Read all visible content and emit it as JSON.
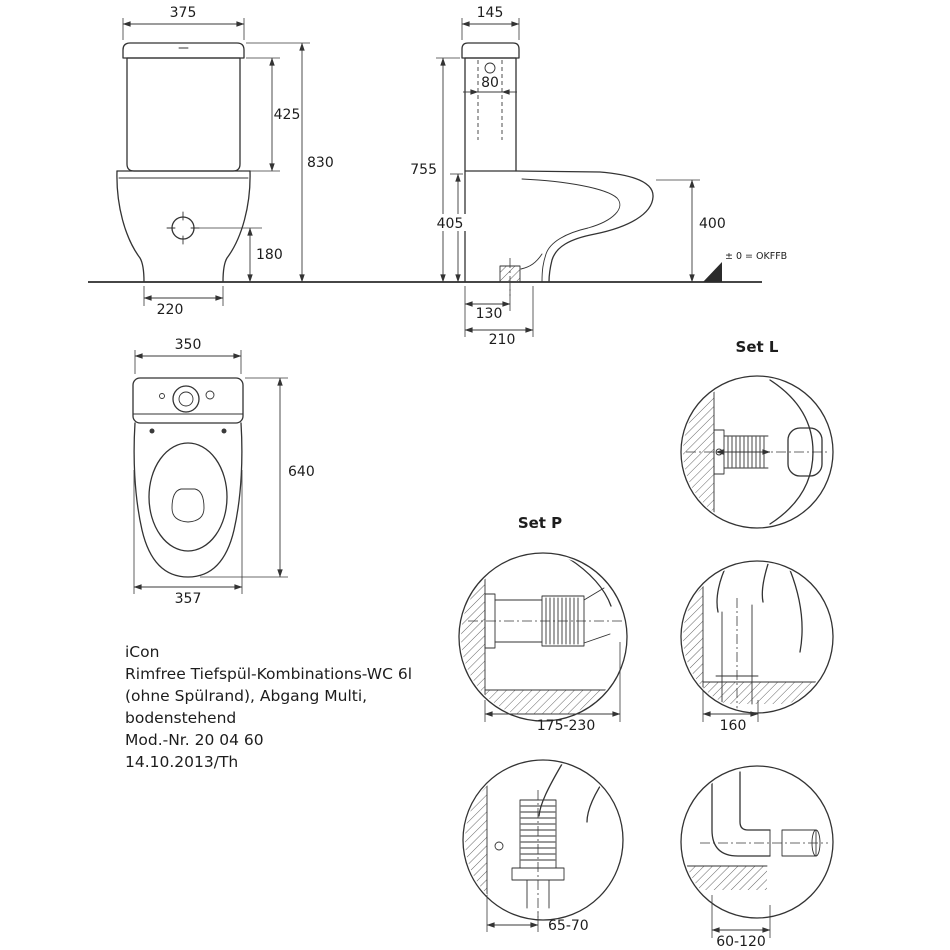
{
  "drawing": {
    "line_color": "#333333",
    "background": "#ffffff"
  },
  "front_view": {
    "dim_cistern_width": "375",
    "dim_cistern_height": "425",
    "dim_total_height": "830",
    "dim_outlet_height": "180",
    "dim_base_width": "220"
  },
  "side_view": {
    "dim_cistern_depth": "145",
    "dim_button_width": "80",
    "dim_tank_top_height": "755",
    "dim_rim_height_front": "405",
    "dim_rim_height_tip": "400",
    "dim_outlet_distance": "130",
    "dim_mount_distance": "210",
    "floor_reference": "± 0 = OKFFB"
  },
  "top_view": {
    "dim_cistern_width": "350",
    "dim_total_depth": "640",
    "dim_bowl_width": "357"
  },
  "details": {
    "set_l_label": "Set L",
    "set_p_label": "Set P",
    "dim_set_p": "175-230",
    "dim_s_bend": "160",
    "dim_vertical": "65-70",
    "dim_extension": "60-120"
  },
  "product_info": {
    "lines": [
      "iCon",
      "Rimfree Tiefspül-Kombinations-WC 6l",
      "(ohne Spülrand), Abgang Multi,",
      "bodenstehend",
      "Mod.-Nr. 20 04 60",
      "14.10.2013/Th"
    ]
  }
}
